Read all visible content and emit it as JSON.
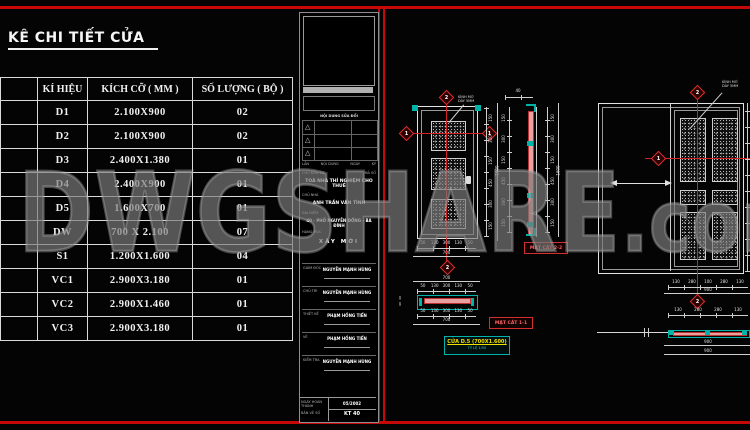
{
  "watermark": {
    "text": "DWGSHARE",
    "suffix": ".com"
  },
  "left_sheet": {
    "title": "KÊ CHI TIẾT CỬA",
    "table": {
      "headers": [
        "KÍ HIỆU",
        "KÍCH CỠ ( MM )",
        "SỐ LƯỢNG ( BỘ )"
      ],
      "rows": [
        {
          "code": "D1",
          "size": "2.100X900",
          "qty": "02"
        },
        {
          "code": "D2",
          "size": "2.100X900",
          "qty": "02"
        },
        {
          "code": "D3",
          "size": "2.400X1.380",
          "qty": "01"
        },
        {
          "code": "D4",
          "size": "2.400X900",
          "qty": "01"
        },
        {
          "code": "D5",
          "size": "1.600X700",
          "qty": "01"
        },
        {
          "code": "DW",
          "size": "700 X 2.100",
          "qty": "07"
        },
        {
          "code": "S1",
          "size": "1.200X1.600",
          "qty": "04"
        },
        {
          "code": "VC1",
          "size": "2.900X3.180",
          "qty": "01"
        },
        {
          "code": "VC2",
          "size": "2.900X1.460",
          "qty": "01"
        },
        {
          "code": "VC3",
          "size": "2.900X3.180",
          "qty": "01"
        }
      ]
    }
  },
  "title_block": {
    "revision_title": "NỘI DUNG SỬA ĐỔI",
    "revision_mark": "△",
    "revision_cols": [
      "LẦN",
      "NỘI DUNG",
      "NGÀY",
      "KÝ"
    ],
    "owner_label": "CHỦ ĐẦU TƯ",
    "code_label": "MÃ SỐ",
    "project": "TOÀ NHÀ THÍ NGHIỆM CHO THUÊ",
    "client_label": "CHỦ NHÀ",
    "client": "ANH TRẦN VĂN TÌNH",
    "address_label": "ĐỊA ĐIỂM",
    "address": "40 - PHỐ NGUYỄN ĐỒNG - BA ĐÌNH",
    "stage_label": "HẠNG MỤC",
    "stage": "XÂY MỚI",
    "roles": [
      {
        "label": "GIÁM ĐỐC",
        "name": "NGUYỄN MẠNH HÙNG"
      },
      {
        "label": "CHỦ TRÌ",
        "name": "NGUYỄN MẠNH HÙNG"
      },
      {
        "label": "THIẾT KẾ",
        "name": "PHẠM HỒNG TIẾN"
      },
      {
        "label": "VẼ",
        "name": "PHẠM HỒNG TIẾN"
      },
      {
        "label": "KIỂM TRA",
        "name": "NGUYỄN MẠNH HÙNG"
      }
    ],
    "date_label": "NGÀY HOÀN THÀNH",
    "date": "05/2002",
    "sheet_label": "BẢN VẼ SỐ",
    "sheet": "KT 40"
  },
  "right_sheet": {
    "annotation": {
      "line1": "KÍNH MỜ",
      "line2": "DÀY 5MM"
    },
    "markers": {
      "m1": "1",
      "m2": "2"
    },
    "d5": {
      "side_chain": [
        "150",
        "300",
        "150",
        "450",
        "300",
        "150"
      ],
      "side_total": "1600",
      "bottom_chain": [
        "50",
        "130",
        "300",
        "130",
        "50"
      ],
      "bottom_total": "700",
      "top_small": "40",
      "left_small": [
        "40",
        "60"
      ]
    },
    "sec22": {
      "label": "MẶT CẮT 2-2"
    },
    "sec11": {
      "label": "MẶT CẮT 1-1"
    },
    "name_box": {
      "line1": "CỬA D.5 (700X1.600)",
      "line2": "TỶ LỆ 1/50"
    },
    "dr": {
      "chain1": [
        "130",
        "280",
        "100",
        "280",
        "130"
      ],
      "chain1_total": "900",
      "chain2": [
        "130",
        "280",
        "280",
        "130"
      ],
      "bottom1": "900",
      "bottom2": "900"
    }
  }
}
